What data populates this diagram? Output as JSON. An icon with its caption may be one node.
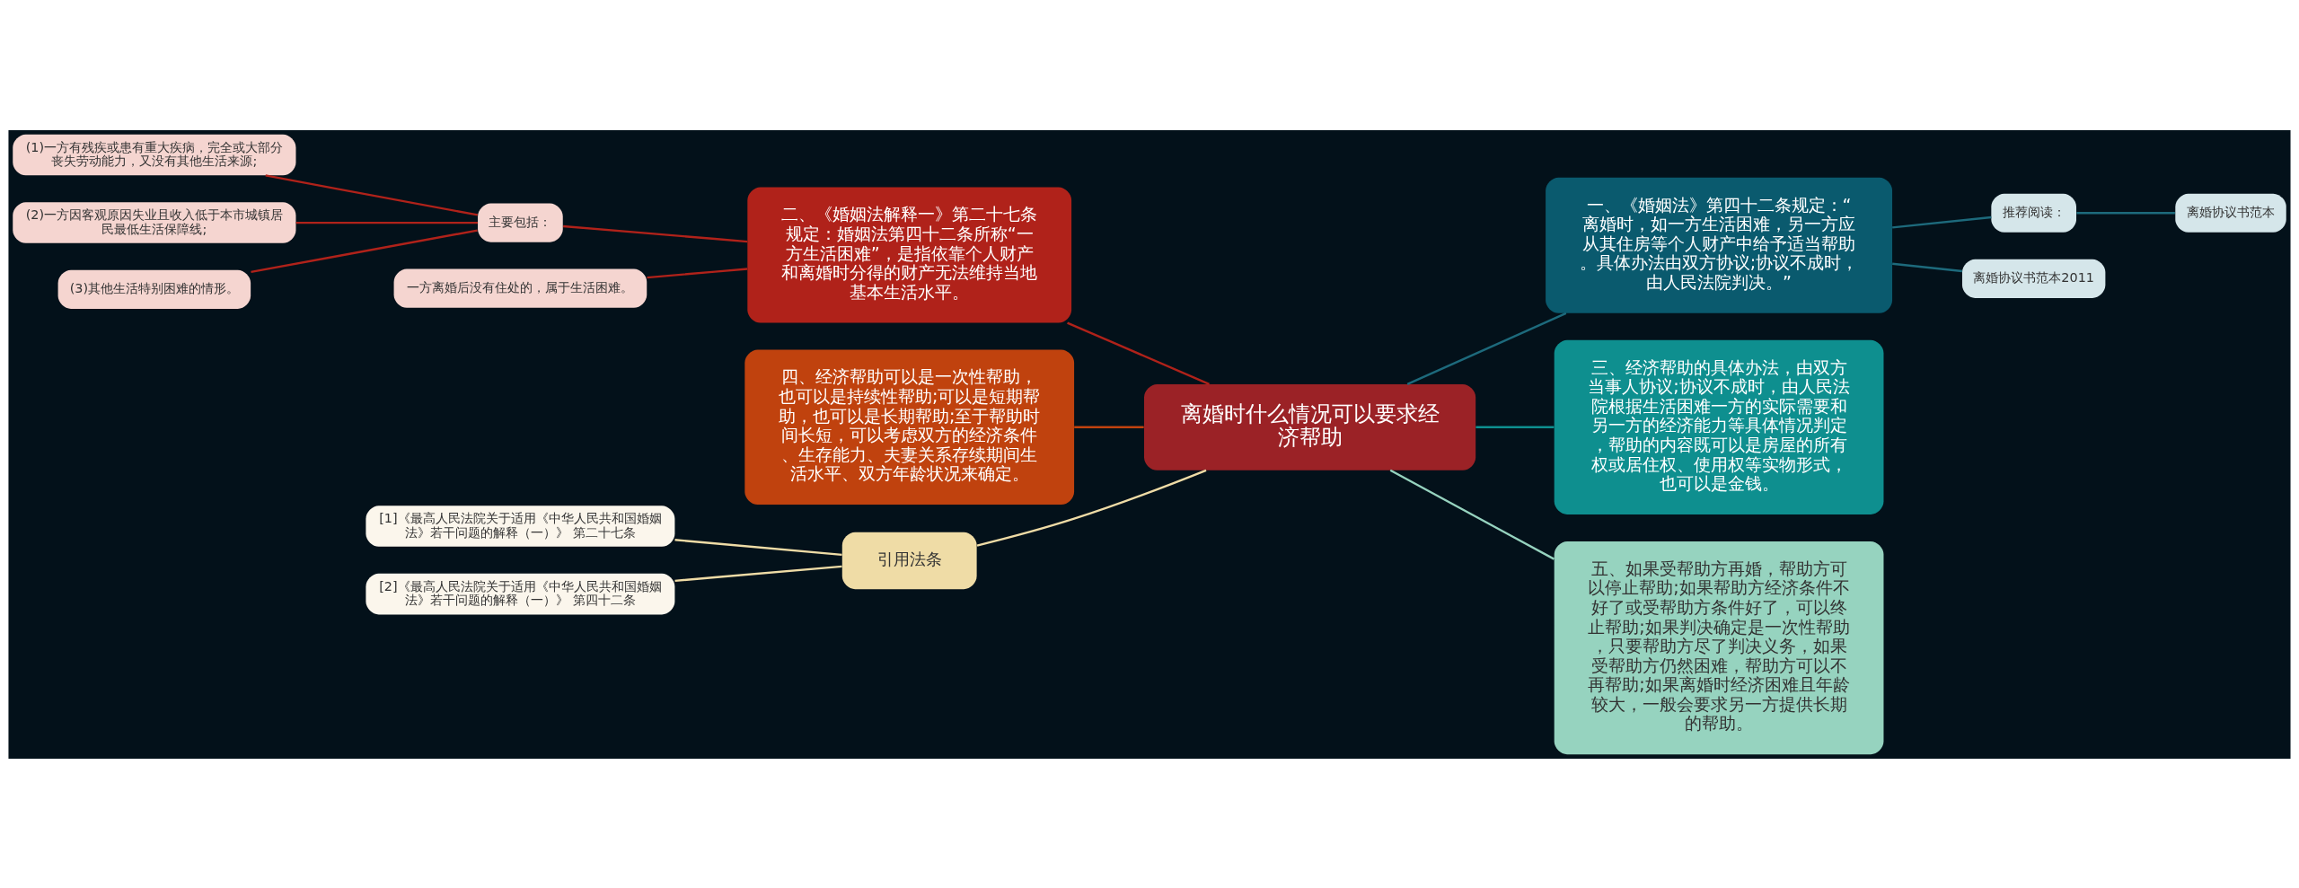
{
  "diagram": {
    "nodes": [
      {
        "text": [
          "离婚时什么情况可以要求经济帮助"
        ]
      },
      {
        "text": [
          "二、《婚姻法解释一》第二十七条规定：婚姻法第四十二条所称“一方生活困难”，是指依靠个人财产和离婚时分得的财产无法维持当地基本生活水平。"
        ]
      },
      {
        "text": [
          "主要包括："
        ]
      },
      {
        "text": [
          "(1)一方有残疾或患有重大疾病，完全或大部分丧失劳动能力，又没有其他生活来源;"
        ]
      },
      {
        "text": [
          "(2)一方因客观原因失业且收入低于本市城镇居民最低生活保障线;"
        ]
      },
      {
        "text": [
          "(3)其他生活特别困难的情形。"
        ]
      },
      {
        "text": [
          "一方离婚后没有住处的，属于生活困难。"
        ]
      },
      {
        "text": [
          "四、经济帮助可以是一次性帮助，也可以是持续性帮助;可以是短期帮助，也可以是长期帮助;至于帮助时间长短，可以考虑双方的经济条件、生存能力、夫妻关系存续期间生活水平、双方年龄状况来确定。"
        ]
      },
      {
        "text": [
          "引用法条"
        ]
      },
      {
        "text": [
          "[1]《最高人民法院关于适用《中华人民共和国婚姻法》若干问题的解释（一）》 第二十七条"
        ]
      },
      {
        "text": [
          "[2]《最高人民法院关于适用《中华人民共和国婚姻法》若干问题的解释（一）》 第四十二条"
        ]
      },
      {
        "text": [
          "一、《婚姻法》第四十二条规定：“离婚时，如一方生活困难，另一方应从其住房等个人财产中给予适当帮助。具体办法由双方协议;协议不成时，由人民法院判决。”"
        ]
      },
      {
        "text": [
          "推荐阅读："
        ]
      },
      {
        "text": [
          "离婚协议书范本"
        ]
      },
      {
        "text": [
          "离婚协议书范本2011"
        ]
      },
      {
        "text": [
          "三、经济帮助的具体办法，由双方当事人协议;协议不成时，由人民法院根据生活困难一方的实际需要和另一方的经济能力等具体情况判定，帮助的内容既可以是房屋的所有权或居住权、使用权等实物形式，也可以是金钱。"
        ]
      },
      {
        "text": [
          "五、如果受帮助方再婚，帮助方可以停止帮助;如果帮助方经济条件不好了或受帮助方条件好了，可以终止帮助;如果判决确定是一次性帮助，只要帮助方尽了判决义务，如果受帮助方仍然困难，帮助方可以不再帮助;如果离婚时经济困难且年龄较大，一般会要求另一方提供长期的帮助。"
        ]
      }
    ],
    "edges": [
      {
        "from": 0,
        "to": 1,
        "arrow": "none",
        "color": "#b0221a"
      },
      {
        "from": 1,
        "to": 2,
        "arrow": "none",
        "color": "#b0221a"
      },
      {
        "from": 2,
        "to": 3,
        "arrow": "none",
        "color": "#b0221a"
      },
      {
        "from": 2,
        "to": 4,
        "arrow": "none",
        "color": "#b0221a"
      },
      {
        "from": 2,
        "to": 5,
        "arrow": "none",
        "color": "#b0221a"
      },
      {
        "from": 1,
        "to": 6,
        "arrow": "none",
        "color": "#b0221a"
      },
      {
        "from": 0,
        "to": 7,
        "arrow": "none",
        "color": "#c0420e"
      },
      {
        "from": 0,
        "to": 8,
        "arrow": "none",
        "color": "#efdca6"
      },
      {
        "from": 8,
        "to": 9,
        "arrow": "none",
        "color": "#efdca6"
      },
      {
        "from": 8,
        "to": 10,
        "arrow": "none",
        "color": "#efdca6"
      },
      {
        "from": 0,
        "to": 11,
        "arrow": "none",
        "color": "#1d6a7c"
      },
      {
        "from": 11,
        "to": 12,
        "arrow": "none",
        "color": "#1d6a7c"
      },
      {
        "from": 12,
        "to": 13,
        "arrow": "none",
        "color": "#1d6a7c"
      },
      {
        "from": 11,
        "to": 14,
        "arrow": "none",
        "color": "#1d6a7c"
      },
      {
        "from": 0,
        "to": 15,
        "arrow": "none",
        "color": "#0e8f8f"
      },
      {
        "from": 0,
        "to": 16,
        "arrow": "none",
        "color": "#96d3bf"
      }
    ]
  }
}
